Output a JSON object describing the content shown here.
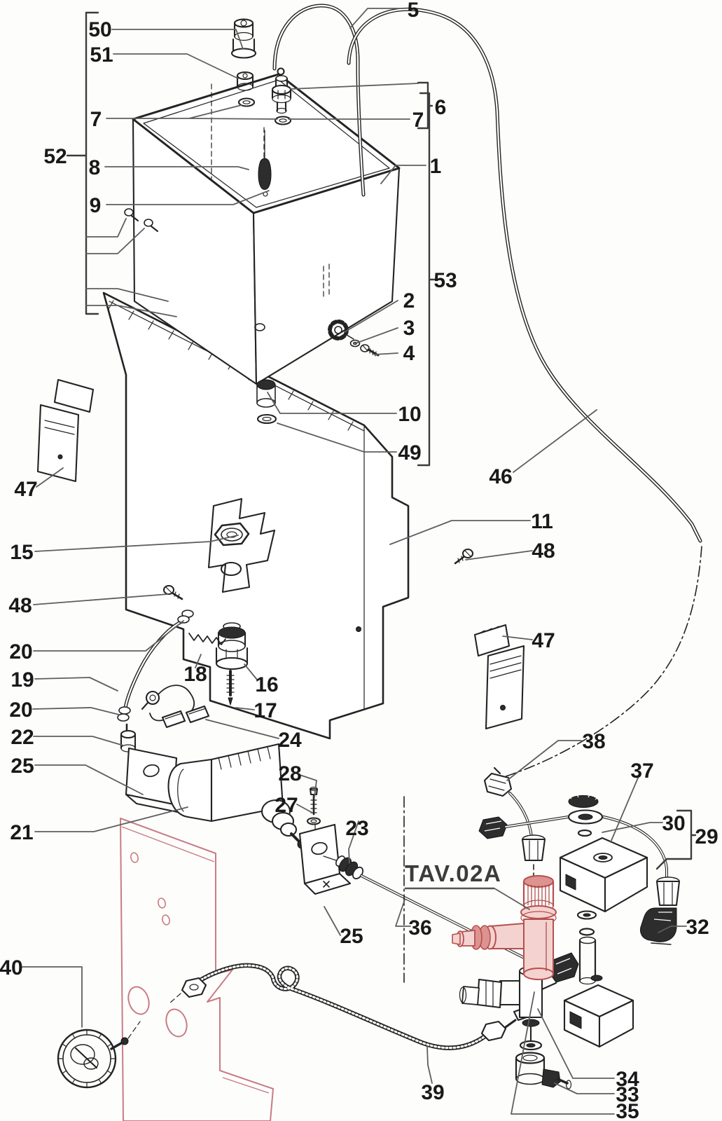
{
  "figure": {
    "tav": "TAV.02A",
    "colors": {
      "background": "#fdfdfc",
      "ink": "#232323",
      "leader": "#5e5e5e",
      "red_part_stroke": "#b5504e",
      "red_part_fill": "#f4d2d0",
      "red_part_mid": "#dd9390",
      "red_panel": "#c87c82"
    },
    "callouts": {
      "c50": {
        "t": "50"
      },
      "c51": {
        "t": "51"
      },
      "c5": {
        "t": "5"
      },
      "c7a": {
        "t": "7"
      },
      "c6": {
        "t": "6"
      },
      "c7b": {
        "t": "7"
      },
      "c52": {
        "t": "52"
      },
      "c8": {
        "t": "8"
      },
      "c1": {
        "t": "1"
      },
      "c9": {
        "t": "9"
      },
      "c53": {
        "t": "53"
      },
      "c2": {
        "t": "2"
      },
      "c3": {
        "t": "3"
      },
      "c4": {
        "t": "4"
      },
      "c10": {
        "t": "10"
      },
      "c49": {
        "t": "49"
      },
      "c46": {
        "t": "46"
      },
      "c47a": {
        "t": "47"
      },
      "c11": {
        "t": "11"
      },
      "c48a": {
        "t": "48"
      },
      "c15": {
        "t": "15"
      },
      "c48b": {
        "t": "48"
      },
      "c47b": {
        "t": "47"
      },
      "c20a": {
        "t": "20"
      },
      "c18": {
        "t": "18"
      },
      "c19": {
        "t": "19"
      },
      "c16": {
        "t": "16"
      },
      "c17": {
        "t": "17"
      },
      "c20b": {
        "t": "20"
      },
      "c22": {
        "t": "22"
      },
      "c24": {
        "t": "24"
      },
      "c38": {
        "t": "38"
      },
      "c25a": {
        "t": "25"
      },
      "c28": {
        "t": "28"
      },
      "c37": {
        "t": "37"
      },
      "c27": {
        "t": "27"
      },
      "c30": {
        "t": "30"
      },
      "c21": {
        "t": "21"
      },
      "c23": {
        "t": "23"
      },
      "c29": {
        "t": "29"
      },
      "c36": {
        "t": "36"
      },
      "c32": {
        "t": "32"
      },
      "c25b": {
        "t": "25"
      },
      "c40": {
        "t": "40"
      },
      "c34": {
        "t": "34"
      },
      "c33": {
        "t": "33"
      },
      "c39": {
        "t": "39"
      },
      "c35": {
        "t": "35"
      }
    }
  }
}
